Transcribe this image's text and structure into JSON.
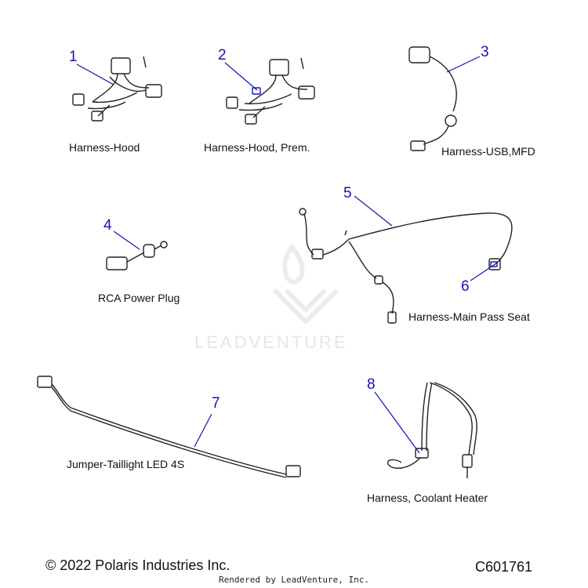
{
  "parts": [
    {
      "number": "1",
      "label": "Harness-Hood"
    },
    {
      "number": "2",
      "label": "Harness-Hood, Prem."
    },
    {
      "number": "3",
      "label": "Harness-USB,MFD"
    },
    {
      "number": "4",
      "label": "RCA Power Plug"
    },
    {
      "number": "5",
      "label": "Harness-Main Pass Seat"
    },
    {
      "number": "6",
      "label": ""
    },
    {
      "number": "7",
      "label": "Jumper-Taillight LED 4S"
    },
    {
      "number": "8",
      "label": "Harness, Coolant Heater"
    }
  ],
  "footer": {
    "copyright": "© 2022 Polaris Industries Inc.",
    "diagram_code": "C601761",
    "rendered_by": "Rendered by LeadVenture, Inc."
  },
  "watermark": {
    "text": "LEADVENTURE"
  },
  "colors": {
    "callout": "#1414b4",
    "line": "#222222"
  }
}
